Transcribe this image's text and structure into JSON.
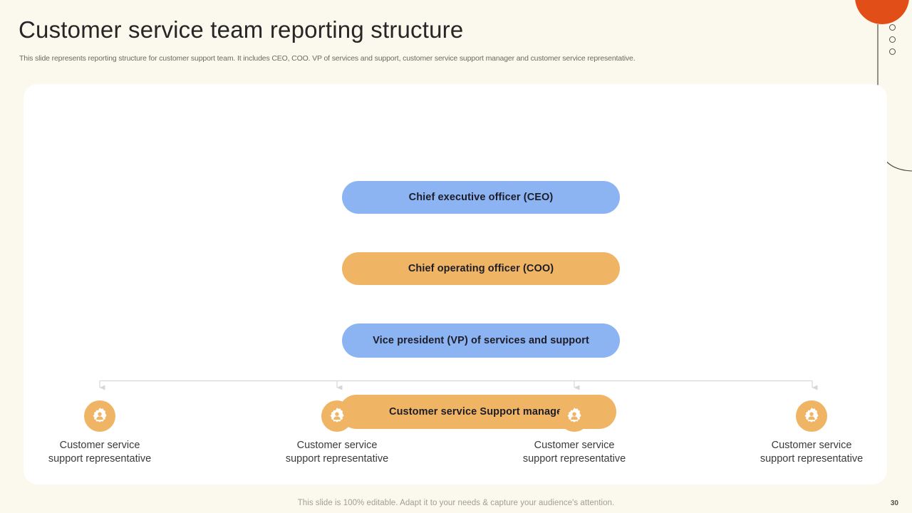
{
  "slide": {
    "title": "Customer service team reporting structure",
    "subtitle": "This slide represents reporting structure for customer support team. It includes CEO, COO. VP  of services and support, customer service support manager and customer service representative.",
    "footer_note": "This slide is 100% editable. Adapt it to your needs & capture your audience's attention.",
    "page_number": "30"
  },
  "colors": {
    "background": "#FBF8EE",
    "card": "#FFFFFF",
    "node_blue": "#8DB4F2",
    "node_orange": "#EFB565",
    "accent_orange": "#E24E18",
    "text_dark": "#262626",
    "text_muted": "#6E6A60",
    "connector": "#D4D4D4"
  },
  "hierarchy": {
    "nodes": [
      {
        "label": "Chief executive officer (CEO)",
        "style": "blue"
      },
      {
        "label": "Chief operating officer (COO)",
        "style": "orange"
      },
      {
        "label": "Vice president (VP) of services and support",
        "style": "blue"
      },
      {
        "label": "Customer service Support manager",
        "style": "orange"
      }
    ],
    "representatives": [
      {
        "line1": "Customer service",
        "line2": "support representative",
        "icon": "support-agent-gear-icon"
      },
      {
        "line1": "Customer service",
        "line2": "support representative",
        "icon": "support-agent-gear-icon"
      },
      {
        "line1": "Customer service",
        "line2": "support representative",
        "icon": "support-agent-gear-icon"
      },
      {
        "line1": "Customer service",
        "line2": "support representative",
        "icon": "support-agent-gear-icon"
      }
    ]
  },
  "decorations": {
    "orange_circle": "orange-circle-decoration",
    "dots": [
      "circle-outline-dot",
      "circle-outline-dot",
      "circle-outline-dot"
    ],
    "curved_line": "curved-line-decoration",
    "dashed_spiral": "dashed-spiral-decoration"
  }
}
